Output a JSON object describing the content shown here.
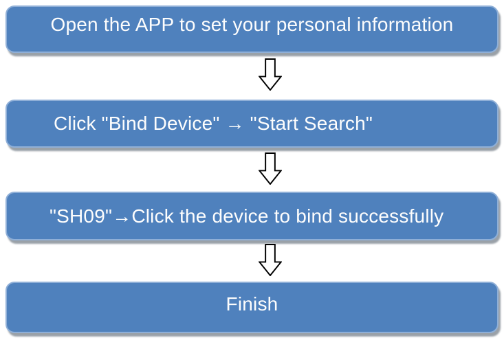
{
  "flowchart": {
    "steps": [
      {
        "label": "Open the APP to set your personal information"
      },
      {
        "label": "Click \"Bind Device\" → \"Start Search\""
      },
      {
        "label": "\"SH09\"→Click the device to bind successfully"
      },
      {
        "label": "Finish"
      }
    ],
    "arrow_icon": "down-arrow-icon",
    "colors": {
      "box_fill": "#4f81bd",
      "box_border": "#8fafd7",
      "box_shadow": "#9aa1a8",
      "text_color": "#fdfdfd",
      "arrow_fill": "#ffffff",
      "arrow_outline": "#000000",
      "background": "#ffffff"
    }
  }
}
